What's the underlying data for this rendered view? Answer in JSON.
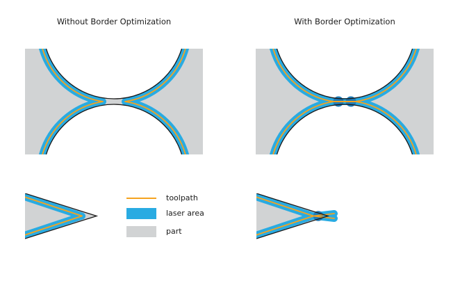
{
  "titles": {
    "left": "Without Border Optimization",
    "right": "With Border Optimization"
  },
  "legend": {
    "toolpath_label": "toolpath",
    "laser_label": "laser area",
    "part_label": "part"
  },
  "colors": {
    "toolpath": "#F5A31F",
    "laser_area": "#29ABE2",
    "laser_overlap": "#1F7CB8",
    "part": "#D1D3D4",
    "outline": "#1A1A1A",
    "text": "#1A1A1A",
    "background": "#FFFFFF"
  }
}
